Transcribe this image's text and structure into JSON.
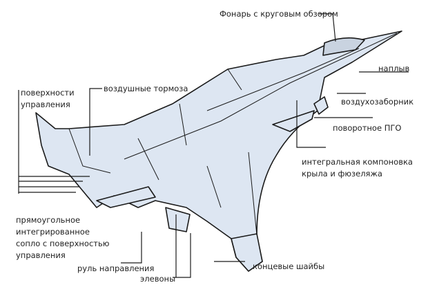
{
  "labels": {
    "canopy": "Фонарь с круговым обзором",
    "strake": "наплыв",
    "intake": "воздухозаборник",
    "canard": "поворотное ПГО",
    "blended_1": "интегральная компоновка",
    "blended_2": "крыла и фюзеляжа",
    "control_surfaces_1": "поверхности",
    "control_surfaces_2": "управления",
    "airbrakes": "воздушные тормоза",
    "nozzle_1": "прямоугольное",
    "nozzle_2": "интегрированное",
    "nozzle_3": "сопло с поверхностью",
    "nozzle_4": "управления",
    "rudder": "руль направления",
    "elevons": "элевоны",
    "wingtip_fins": "концевые шайбы"
  },
  "colors": {
    "fill": "#dde6f2",
    "line": "#1a1a1a"
  }
}
